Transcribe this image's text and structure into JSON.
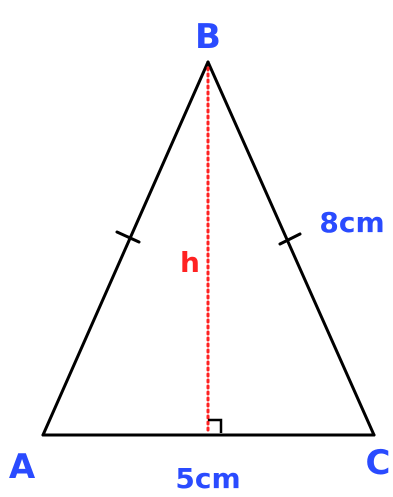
{
  "diagram": {
    "vertices": {
      "a": "A",
      "b": "B",
      "c": "C"
    },
    "measurements": {
      "base": "5cm",
      "side": "8cm",
      "height": "h"
    },
    "colors": {
      "vertex_label": "#2a4bff",
      "measurement_label": "#2a4bff",
      "height_line": "#ff2222",
      "height_label": "#ff2222",
      "outline": "#000000"
    }
  }
}
